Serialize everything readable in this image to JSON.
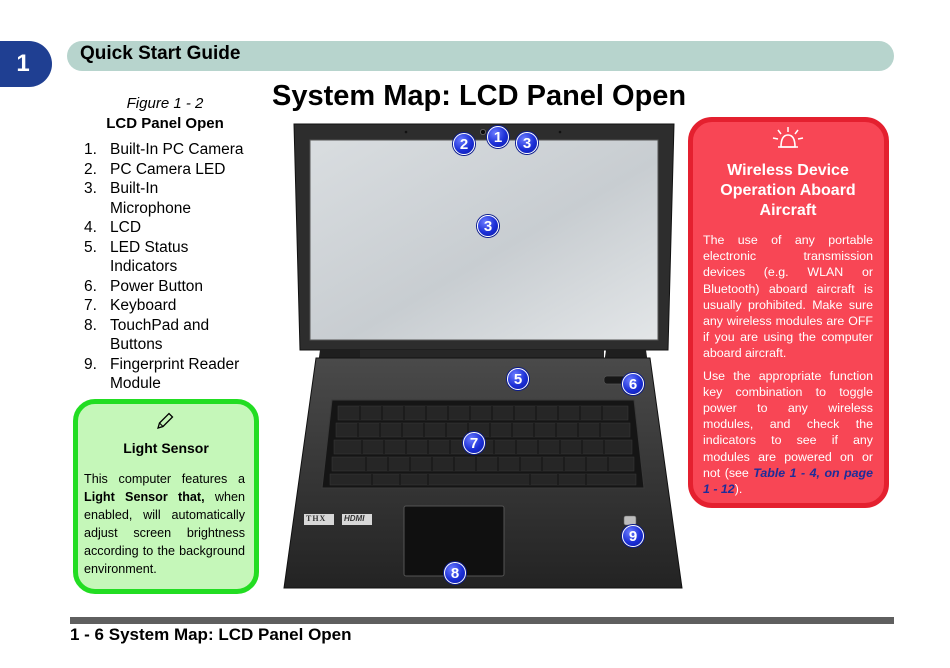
{
  "header": {
    "chapter_number": "1",
    "section_title": "Quick Start Guide"
  },
  "page_title": "System Map: LCD Panel Open",
  "figure": {
    "label": "Figure 1 - 2",
    "title": "LCD Panel Open",
    "items": [
      {
        "num": "1.",
        "text": "Built-In PC Camera"
      },
      {
        "num": "2.",
        "text": "PC Camera LED"
      },
      {
        "num": "3.",
        "text": "Built-In Microphone"
      },
      {
        "num": "4.",
        "text": "LCD"
      },
      {
        "num": "5.",
        "text": "LED Status Indicators"
      },
      {
        "num": "6.",
        "text": "Power Button"
      },
      {
        "num": "7.",
        "text": "Keyboard"
      },
      {
        "num": "8.",
        "text": "TouchPad and Buttons"
      },
      {
        "num": "9.",
        "text": "Fingerprint Reader Module"
      }
    ]
  },
  "note": {
    "icon": "pencil-icon",
    "title": "Light Sensor",
    "text_before": "This computer features a ",
    "text_bold": "Light Sensor that,",
    "text_after": " when enabled, will automatically adjust screen brightness according to the background environment."
  },
  "warning": {
    "icon": "alarm-bell-icon",
    "title": "Wireless Device Operation Aboard Aircraft",
    "para1": "The use of any portable electronic transmission devices (e.g. WLAN or Bluetooth) aboard aircraft is usually prohibited. Make sure any wireless modules are OFF if you are using the computer aboard aircraft.",
    "para2_before": "Use the appropriate function key combination to toggle power to any wireless modules, and check the indicators to see if any modules are powered on or not (see ",
    "para2_link": "Table 1 - 4, on page 1 - 12",
    "para2_after": ")."
  },
  "image": {
    "logo_thx": "THX",
    "logo_hdmi": "HDMI",
    "callouts": [
      "1",
      "2",
      "3",
      "3",
      "5",
      "6",
      "7",
      "8",
      "9"
    ]
  },
  "footer": {
    "text": "1 - 6 System Map: LCD Panel Open"
  },
  "colors": {
    "chapter_tab": "#1f3f92",
    "header_bar": "#b7d4cd",
    "note_bg": "#c5f7b9",
    "note_border": "#22dd22",
    "warning_bg": "#f84655",
    "warning_border": "#e4202f",
    "callout_blue": "#1c2fd6"
  }
}
